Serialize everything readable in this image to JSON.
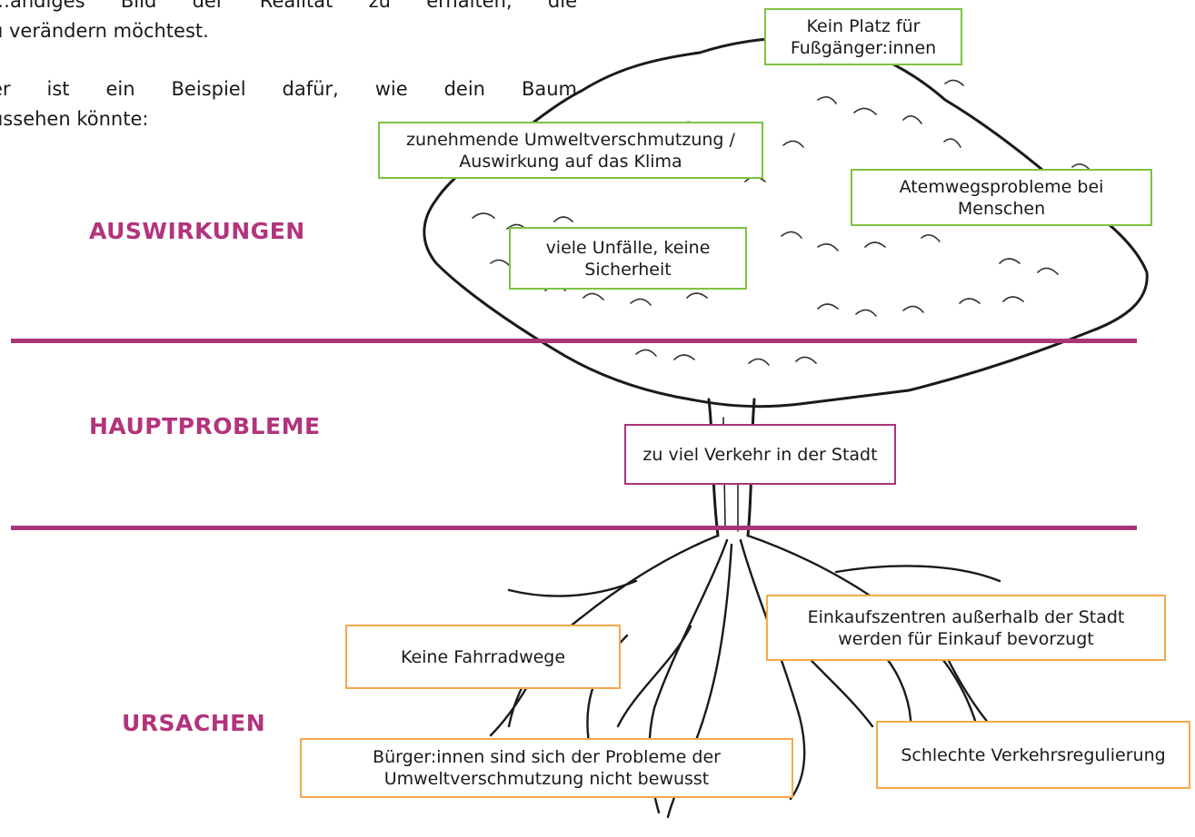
{
  "intro": {
    "paragraph1": [
      "…ändiges Bild der Realität zu erhalten, die",
      "u verändern möchtest."
    ],
    "paragraph2": [
      "er ist ein Beispiel dafür, wie dein Baum",
      "ussehen könnte:"
    ]
  },
  "sections": {
    "effects": "AUSWIRKUNGEN",
    "main_problems": "HAUPTPROBLEME",
    "causes": "URSACHEN"
  },
  "effects_boxes": {
    "no_space": "Kein Platz für Fußgänger:innen",
    "pollution": "zunehmende Umweltverschmutzung / Auswirkung auf das Klima",
    "respiratory": "Atemwegsprobleme bei Menschen",
    "accidents": "viele Unfälle, keine Sicherheit"
  },
  "main_problem_box": "zu viel Verkehr in der Stadt",
  "causes_boxes": {
    "malls": "Einkaufszentren außerhalb der Stadt werden für Einkauf bevorzugt",
    "bike_lanes": "Keine Fahrradwege",
    "regulation": "Schlechte Verkehrsregulierung",
    "awareness": "Bürger:innen sind sich der Probleme der Umweltverschmutzung nicht bewusst"
  },
  "colors": {
    "label": "#b2347c",
    "divider": "#a83677",
    "effects_border": "#7cc242",
    "problem_border": "#a83677",
    "causes_border": "#f5a94b"
  }
}
